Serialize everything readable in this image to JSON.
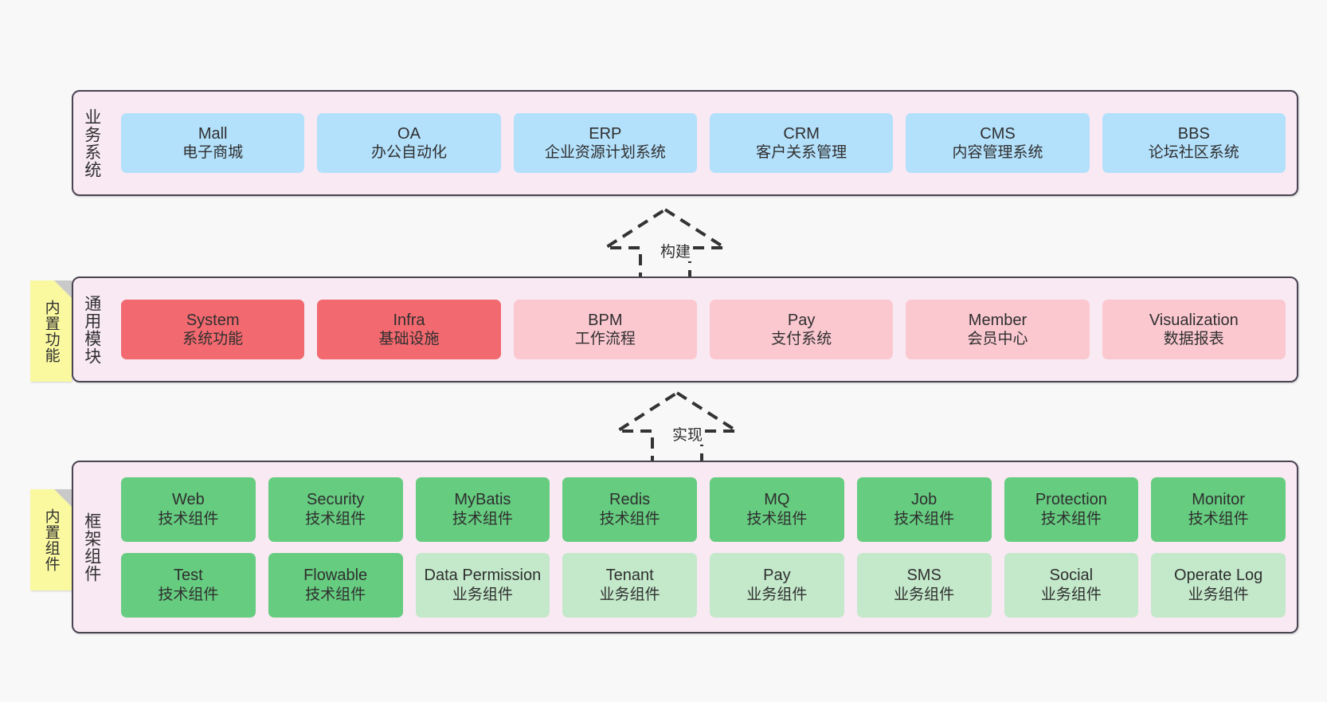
{
  "diagram": {
    "background_color": "#f8f8f8",
    "panel_color": "#f8e9f3",
    "panel_border_color": "#4a4453",
    "sticky_color": "#faf9a0"
  },
  "layers": [
    {
      "id": "business",
      "label": "业务系统",
      "accent": "#b3e0fb",
      "rows": [
        {
          "boxes": [
            {
              "en": "Mall",
              "cn": "电子商城",
              "style": "blue"
            },
            {
              "en": "OA",
              "cn": "办公自动化",
              "style": "blue"
            },
            {
              "en": "ERP",
              "cn": "企业资源计划系统",
              "style": "blue"
            },
            {
              "en": "CRM",
              "cn": "客户关系管理",
              "style": "blue"
            },
            {
              "en": "CMS",
              "cn": "内容管理系统",
              "style": "blue"
            },
            {
              "en": "BBS",
              "cn": "论坛社区系统",
              "style": "blue"
            }
          ]
        }
      ]
    },
    {
      "id": "common",
      "label": "通用模块",
      "sticky": "内置功能",
      "accent": "#f2696f",
      "rows": [
        {
          "boxes": [
            {
              "en": "System",
              "cn": "系统功能",
              "style": "red"
            },
            {
              "en": "Infra",
              "cn": "基础设施",
              "style": "red"
            },
            {
              "en": "BPM",
              "cn": "工作流程",
              "style": "pink"
            },
            {
              "en": "Pay",
              "cn": "支付系统",
              "style": "pink"
            },
            {
              "en": "Member",
              "cn": "会员中心",
              "style": "pink"
            },
            {
              "en": "Visualization",
              "cn": "数据报表",
              "style": "pink"
            }
          ]
        }
      ]
    },
    {
      "id": "framework",
      "label": "框架组件",
      "sticky": "内置组件",
      "accent": "#66cc80",
      "rows": [
        {
          "boxes": [
            {
              "en": "Web",
              "cn": "技术组件",
              "style": "green"
            },
            {
              "en": "Security",
              "cn": "技术组件",
              "style": "green"
            },
            {
              "en": "MyBatis",
              "cn": "技术组件",
              "style": "green"
            },
            {
              "en": "Redis",
              "cn": "技术组件",
              "style": "green"
            },
            {
              "en": "MQ",
              "cn": "技术组件",
              "style": "green"
            },
            {
              "en": "Job",
              "cn": "技术组件",
              "style": "green"
            },
            {
              "en": "Protection",
              "cn": "技术组件",
              "style": "green"
            },
            {
              "en": "Monitor",
              "cn": "技术组件",
              "style": "green"
            }
          ]
        },
        {
          "boxes": [
            {
              "en": "Test",
              "cn": "技术组件",
              "style": "green"
            },
            {
              "en": "Flowable",
              "cn": "技术组件",
              "style": "green"
            },
            {
              "en": "Data Permission",
              "cn": "业务组件",
              "style": "lgreen"
            },
            {
              "en": "Tenant",
              "cn": "业务组件",
              "style": "lgreen"
            },
            {
              "en": "Pay",
              "cn": "业务组件",
              "style": "lgreen"
            },
            {
              "en": "SMS",
              "cn": "业务组件",
              "style": "lgreen"
            },
            {
              "en": "Social",
              "cn": "业务组件",
              "style": "lgreen"
            },
            {
              "en": "Operate Log",
              "cn": "业务组件",
              "style": "lgreen"
            }
          ]
        }
      ]
    }
  ],
  "arrows": [
    {
      "id": "build",
      "label": "构建",
      "from": "common",
      "to": "business"
    },
    {
      "id": "impl",
      "label": "实现",
      "from": "framework",
      "to": "common"
    }
  ]
}
